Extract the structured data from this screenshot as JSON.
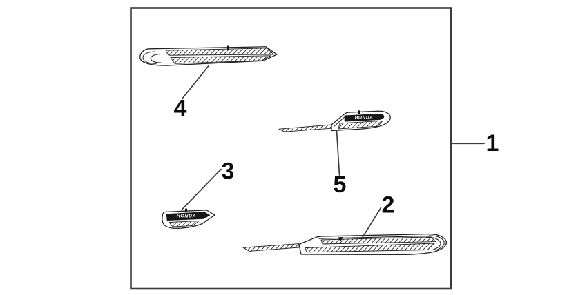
{
  "diagram": {
    "title": "Body side garnish set parts diagram",
    "emblem_text": "HONDA",
    "callouts": [
      {
        "label": "1",
        "part_name": "garnish-kit-package"
      },
      {
        "label": "2",
        "part_name": "side-garnish-long-right"
      },
      {
        "label": "3",
        "part_name": "front-garnish-small-left"
      },
      {
        "label": "4",
        "part_name": "side-garnish-long-left"
      },
      {
        "label": "5",
        "part_name": "front-garnish-small-right"
      }
    ]
  },
  "colors": {
    "background": "#ffffff",
    "frame": "#3c3c3c",
    "line_art": "#222222",
    "leader_line": "#3d3d3d",
    "callout_text": "#0b0b0b",
    "emblem_fill": "#161616",
    "emblem_text_color": "#ffffff"
  }
}
